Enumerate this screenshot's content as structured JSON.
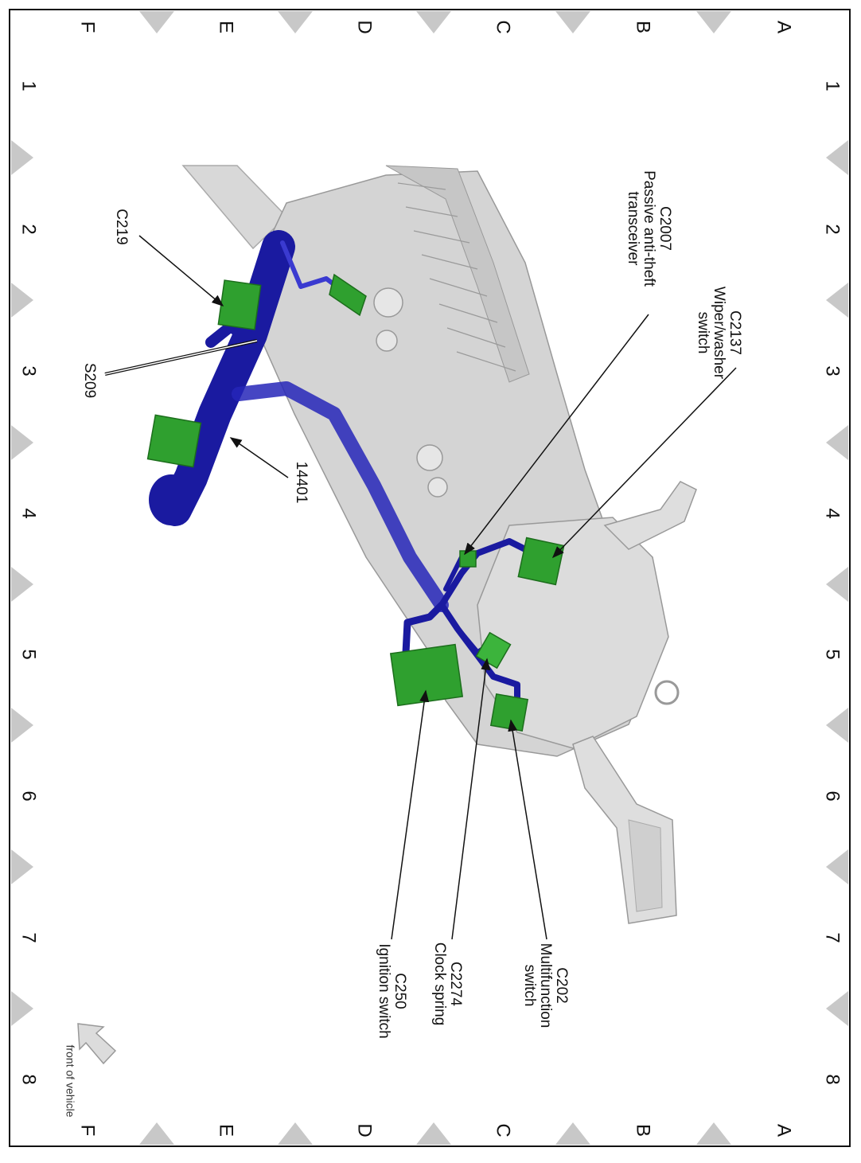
{
  "grid": {
    "columns": [
      "A",
      "B",
      "C",
      "D",
      "E",
      "F"
    ],
    "rows": [
      "1",
      "2",
      "3",
      "4",
      "5",
      "6",
      "7",
      "8"
    ]
  },
  "callouts": {
    "c2137": [
      "C2137",
      "Wiper/washer",
      "switch"
    ],
    "c2007": [
      "C2007",
      "Passive anti-theft",
      "transceiver"
    ],
    "c219": [
      "C219"
    ],
    "s209": [
      "S209"
    ],
    "h14401": [
      "14401"
    ],
    "c202": [
      "C202",
      "Multifunction",
      "switch"
    ],
    "c2274": [
      "C2274",
      "Clock spring"
    ],
    "c250": [
      "C250",
      "Ignition switch"
    ]
  },
  "orientation": {
    "label": "front of vehicle"
  },
  "colors": {
    "harness": "#1a1aa0",
    "connector": "#2fa02f",
    "component": "#d4d4d4",
    "grid_marker": "#c8c8c8"
  },
  "icons": {
    "orientation": "arrow-icon"
  }
}
